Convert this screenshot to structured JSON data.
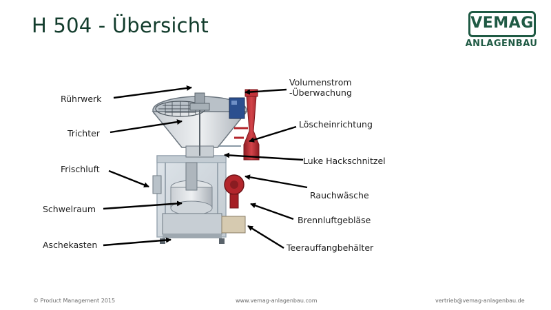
{
  "slide": {
    "title": "H 504 - Übersicht"
  },
  "logo": {
    "wordmark": "VEMAG",
    "subline": "ANLAGENBAU",
    "color": "#1f5a44"
  },
  "labels": {
    "ruehrwerk": "Rührwerk",
    "trichter": "Trichter",
    "frischluft": "Frischluft",
    "schwelraum": "Schwelraum",
    "aschekasten": "Aschekasten",
    "volumenstrom_line1": "Volumenstrom",
    "volumenstrom_line2": "-Überwachung",
    "loeschein": "Löscheinrichtung",
    "luke": "Luke Hackschnitzel",
    "rauchwaesche": "Rauchwäsche",
    "brennluft": "Brennluftgebläse",
    "teerauffang": "Teerauffangbehälter"
  },
  "footer": {
    "copyright": "© Product Management 2015",
    "website": "www.vemag-anlagenbau.com",
    "email": "vertrieb@vemag-anlagenbau.de"
  },
  "colors": {
    "title": "#123c2c",
    "frame": "#8a9aa6",
    "chimney_red": "#b3262c",
    "blue_box": "#2b4f8f"
  }
}
